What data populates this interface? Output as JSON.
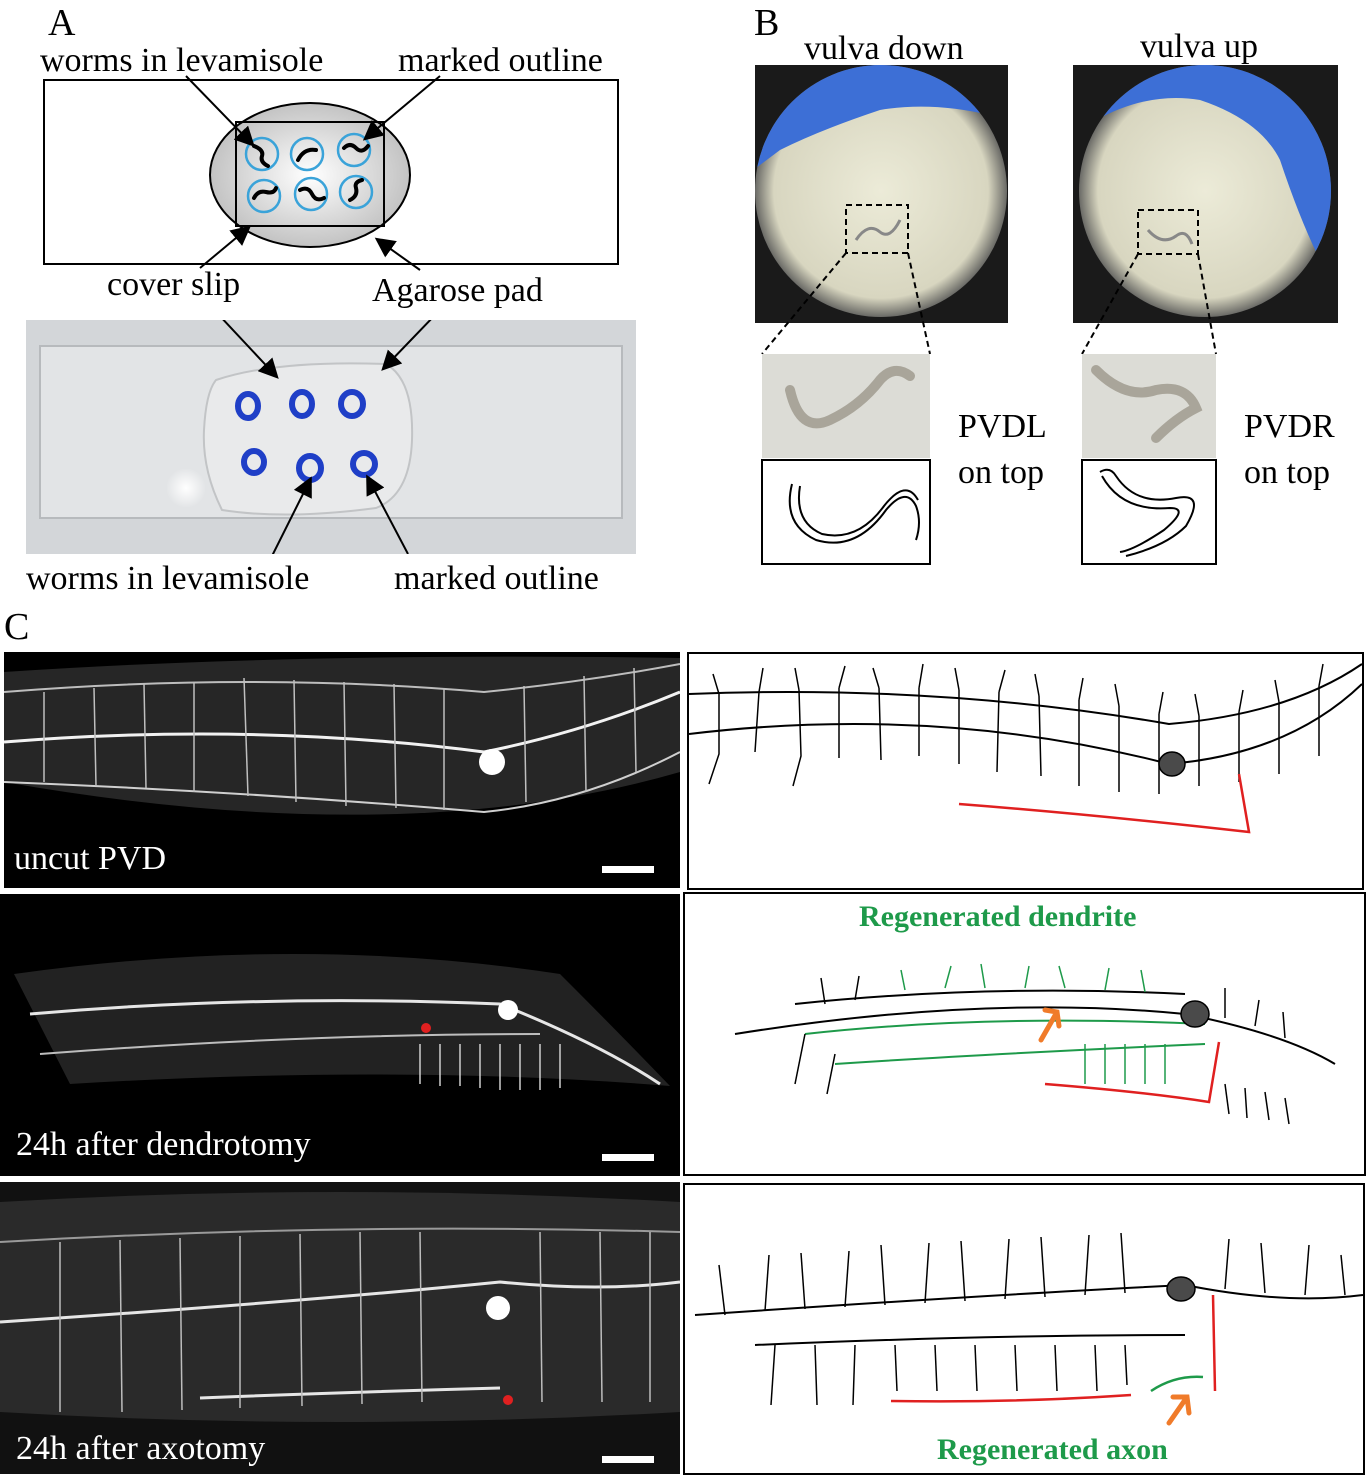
{
  "panels": {
    "a": {
      "letter": "A",
      "top_left_label": "worms in levamisole",
      "top_right_label": "marked outline",
      "cover_slip_label": "cover slip",
      "agarose_label": "Agarose pad",
      "bottom_left_label": "worms in levamisole",
      "bottom_right_label": "marked outline",
      "circle_color": "#3aa3d9",
      "ink_color": "#1f3fc7"
    },
    "b": {
      "letter": "B",
      "left_title": "vulva down",
      "right_title": "vulva up",
      "left_side_label_1": "PVDL",
      "left_side_label_2": "on top",
      "right_side_label_1": "PVDR",
      "right_side_label_2": "on top"
    },
    "c": {
      "letter": "C",
      "row1_caption": "uncut PVD",
      "row2_caption": "24h after dendrotomy",
      "row3_caption": "24h after axotomy",
      "regenerated_dendrite": "Regenerated dendrite",
      "regenerated_axon": "Regenerated axon",
      "cut_color": "#e02020",
      "regrowth_color": "#1e9a4a",
      "arrow_color": "#f07b2a"
    }
  }
}
